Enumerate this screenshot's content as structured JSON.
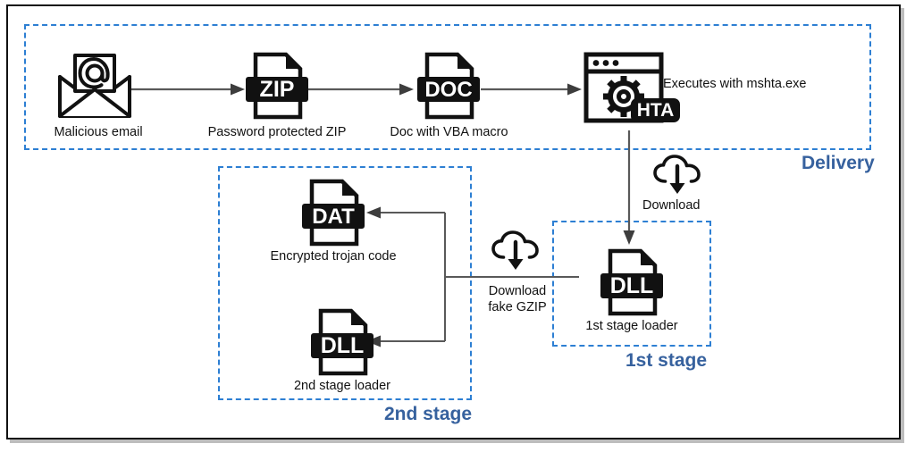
{
  "diagram": {
    "title_present": false,
    "colors": {
      "zone_border": "#2d7fd3",
      "zone_label": "#36619e",
      "arrow": "#595959",
      "icon": "#111111",
      "frame": "#111111"
    },
    "zones": [
      {
        "id": "delivery",
        "label": "Delivery"
      },
      {
        "id": "stage1",
        "label": "1st stage"
      },
      {
        "id": "stage2",
        "label": "2nd stage"
      }
    ],
    "nodes": [
      {
        "id": "email",
        "icon": "email-at-icon",
        "label": "Malicious email"
      },
      {
        "id": "zip",
        "icon": "file-zip-icon",
        "label": "Password protected ZIP",
        "ext": "ZIP"
      },
      {
        "id": "doc",
        "icon": "file-doc-icon",
        "label": "Doc with VBA macro",
        "ext": "DOC"
      },
      {
        "id": "hta",
        "icon": "browser-gear-hta-icon",
        "label": "",
        "badge": "HTA"
      },
      {
        "id": "dll1",
        "icon": "file-dll-icon",
        "label": "1st stage loader",
        "ext": "DLL"
      },
      {
        "id": "dat",
        "icon": "file-dat-icon",
        "label": "Encrypted trojan code",
        "ext": "DAT"
      },
      {
        "id": "dll2",
        "icon": "file-dll-icon",
        "label": "2nd stage loader",
        "ext": "DLL"
      }
    ],
    "annotations": [
      {
        "id": "mshta",
        "text": "Executes with mshta.exe"
      },
      {
        "id": "download",
        "text": "Download",
        "icon": "cloud-download-icon"
      },
      {
        "id": "download_gzip_line1",
        "text": "Download"
      },
      {
        "id": "download_gzip_line2",
        "text": "fake GZIP"
      }
    ],
    "edges": [
      {
        "from": "email",
        "to": "zip",
        "type": "arrow-right"
      },
      {
        "from": "zip",
        "to": "doc",
        "type": "arrow-right"
      },
      {
        "from": "doc",
        "to": "hta",
        "type": "arrow-right"
      },
      {
        "from": "hta",
        "to": "dll1",
        "type": "arrow-down"
      },
      {
        "from": "dll1",
        "to": "dat",
        "type": "branch-arrow-left-up"
      },
      {
        "from": "dll1",
        "to": "dll2",
        "type": "branch-arrow-left-down"
      }
    ]
  }
}
